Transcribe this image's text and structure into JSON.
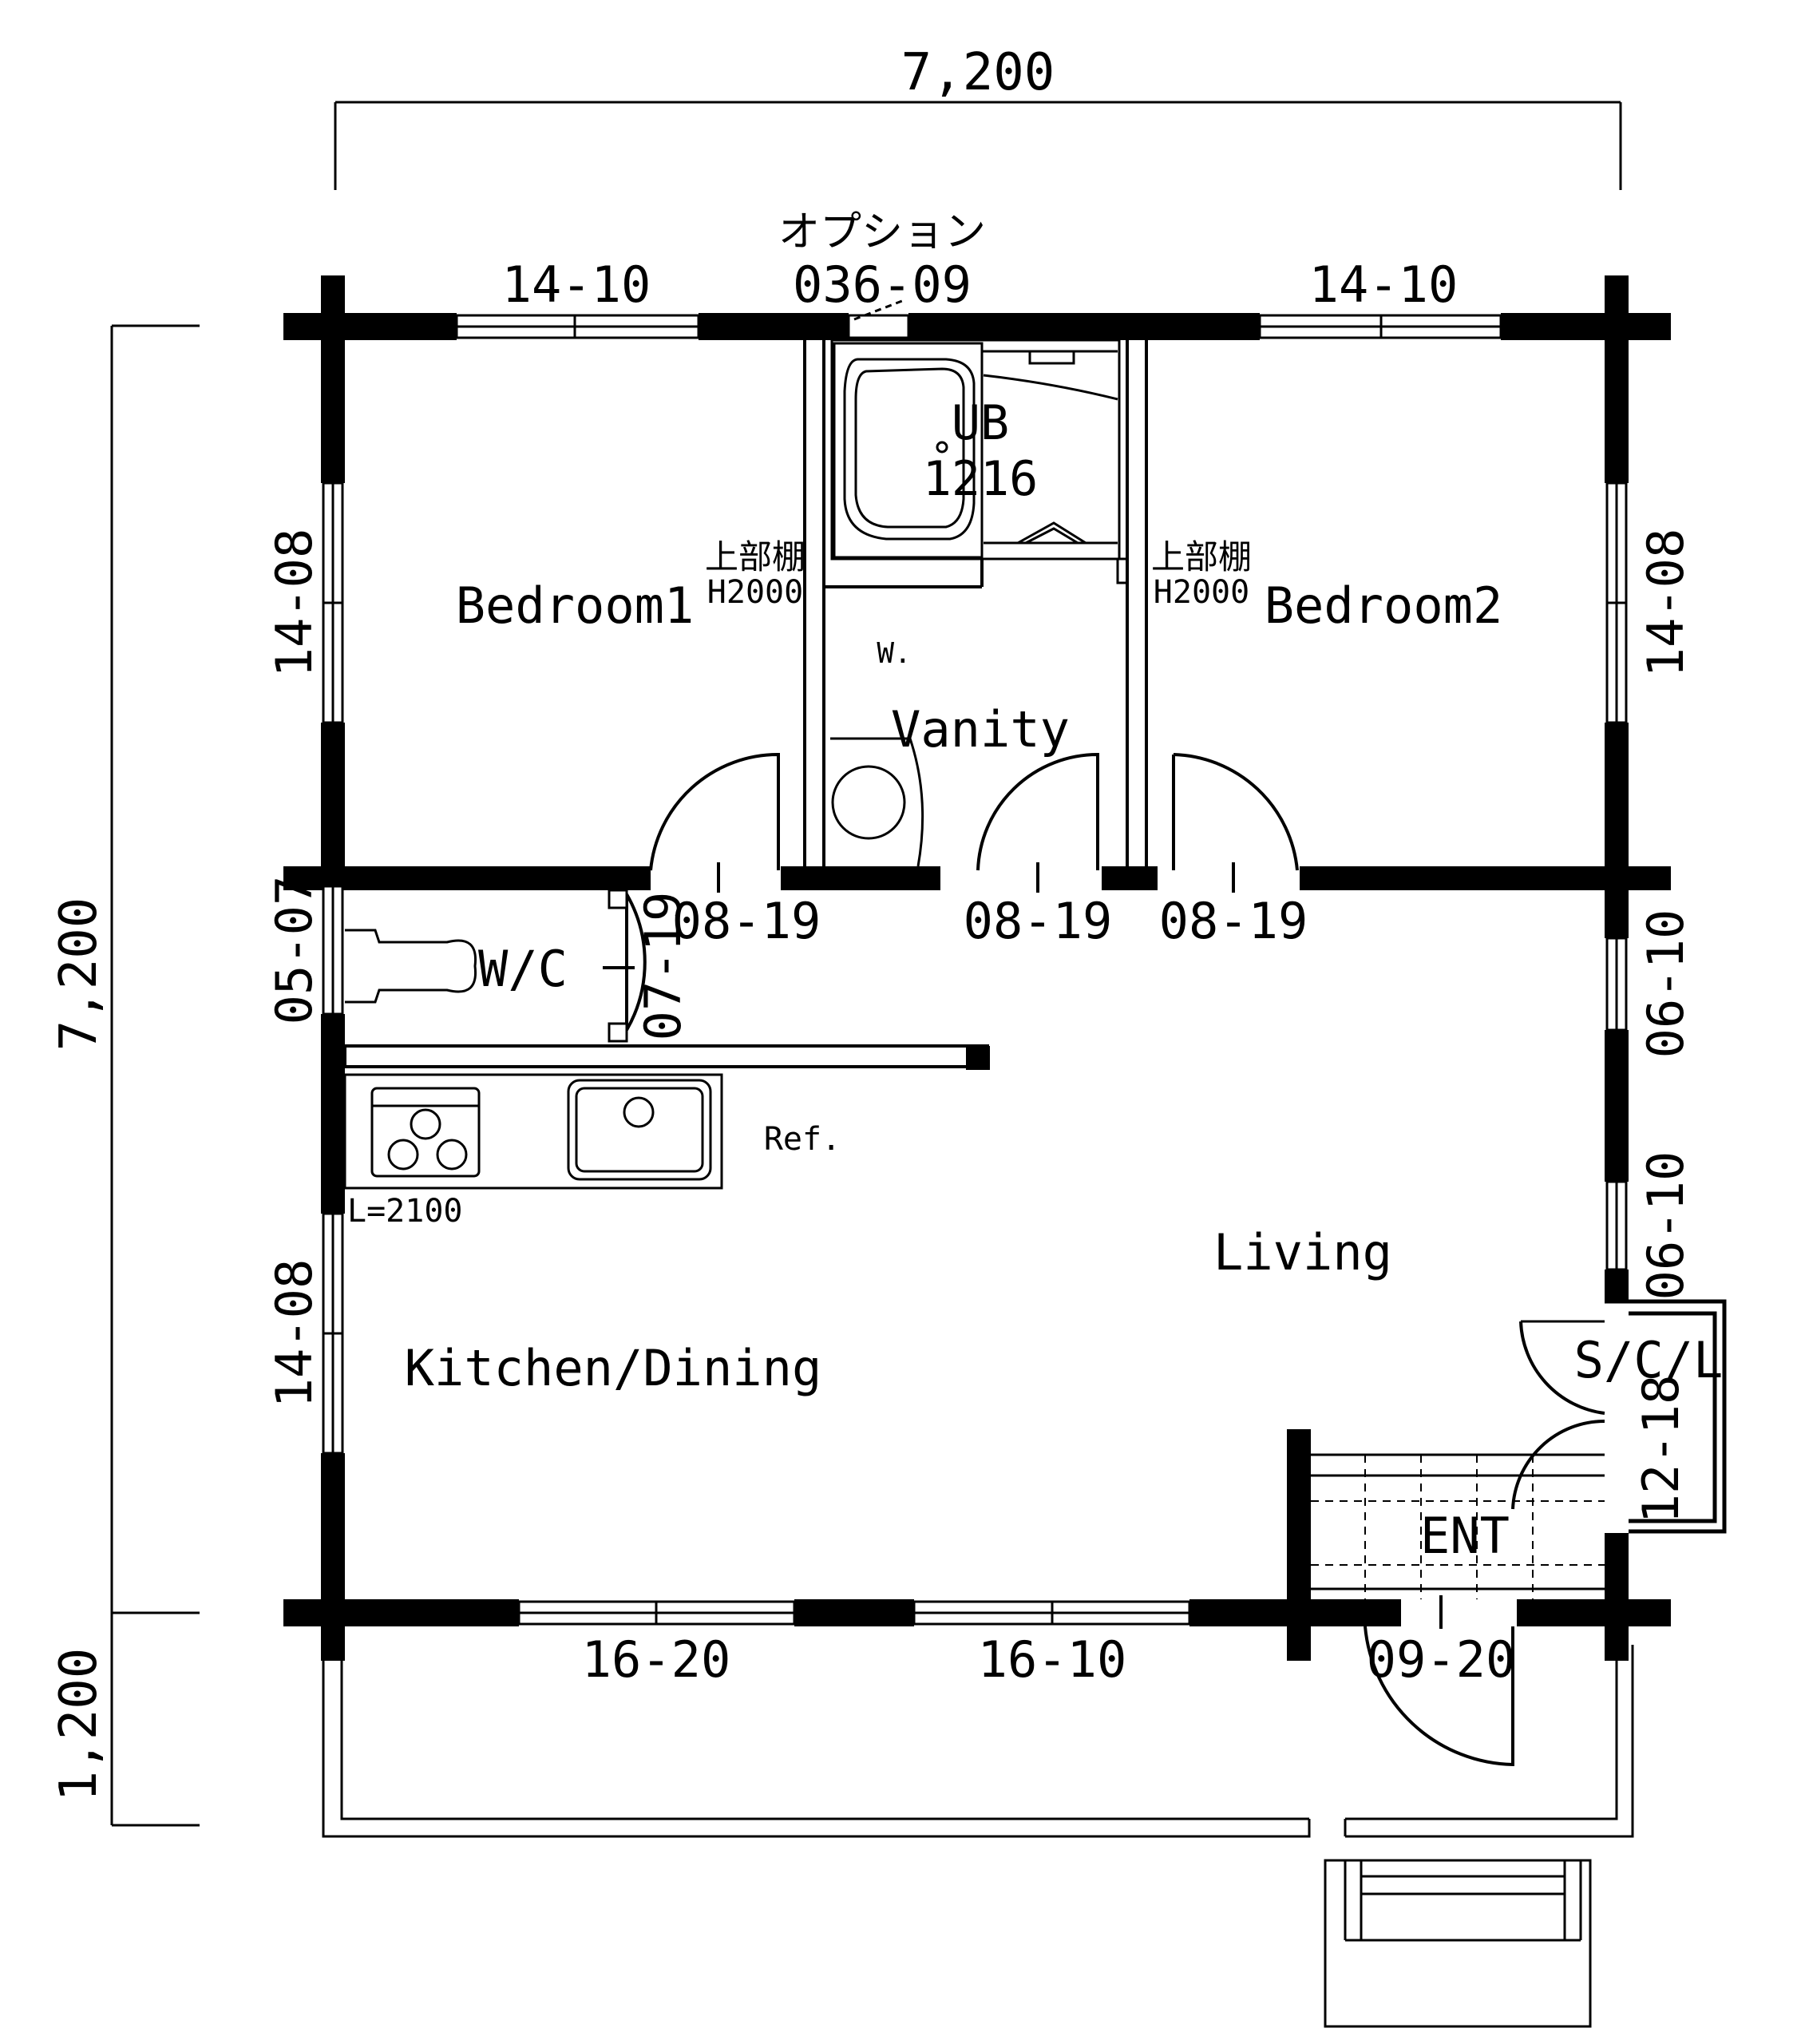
{
  "plan": {
    "dims": {
      "top": "7,200",
      "left": "7,200",
      "left_bottom": "1,200"
    },
    "rooms": {
      "bedroom1": "Bedroom1",
      "bedroom2": "Bedroom2",
      "vanity": "Vanity",
      "wc": "W/C",
      "kitchen": "Kitchen/Dining",
      "living": "Living",
      "ent": "ENT",
      "scl": "S/C/L",
      "ub": "UB",
      "ub_size": "1216"
    },
    "windows": {
      "top_left": "14-10",
      "top_mid": "036-09",
      "top_mid_note": "オプション",
      "top_right": "14-10",
      "left_upper": "14-08",
      "left_wc": "05-07",
      "left_lower": "14-08",
      "right_upper": "14-08",
      "right_mid1": "06-10",
      "right_mid2": "06-10",
      "bottom_left": "16-20",
      "bottom_mid": "16-10"
    },
    "doors": {
      "bed1": "08-19",
      "vanity": "08-19",
      "bed2": "08-19",
      "wc": "07-19",
      "scl": "12-18",
      "entry": "09-20"
    },
    "notes": {
      "shelf_left": "上部棚",
      "shelf_left_h": "H2000",
      "shelf_right": "上部棚",
      "shelf_right_h": "H2000",
      "washer": "W.",
      "ref": "Ref.",
      "counter": "L=2100"
    }
  }
}
